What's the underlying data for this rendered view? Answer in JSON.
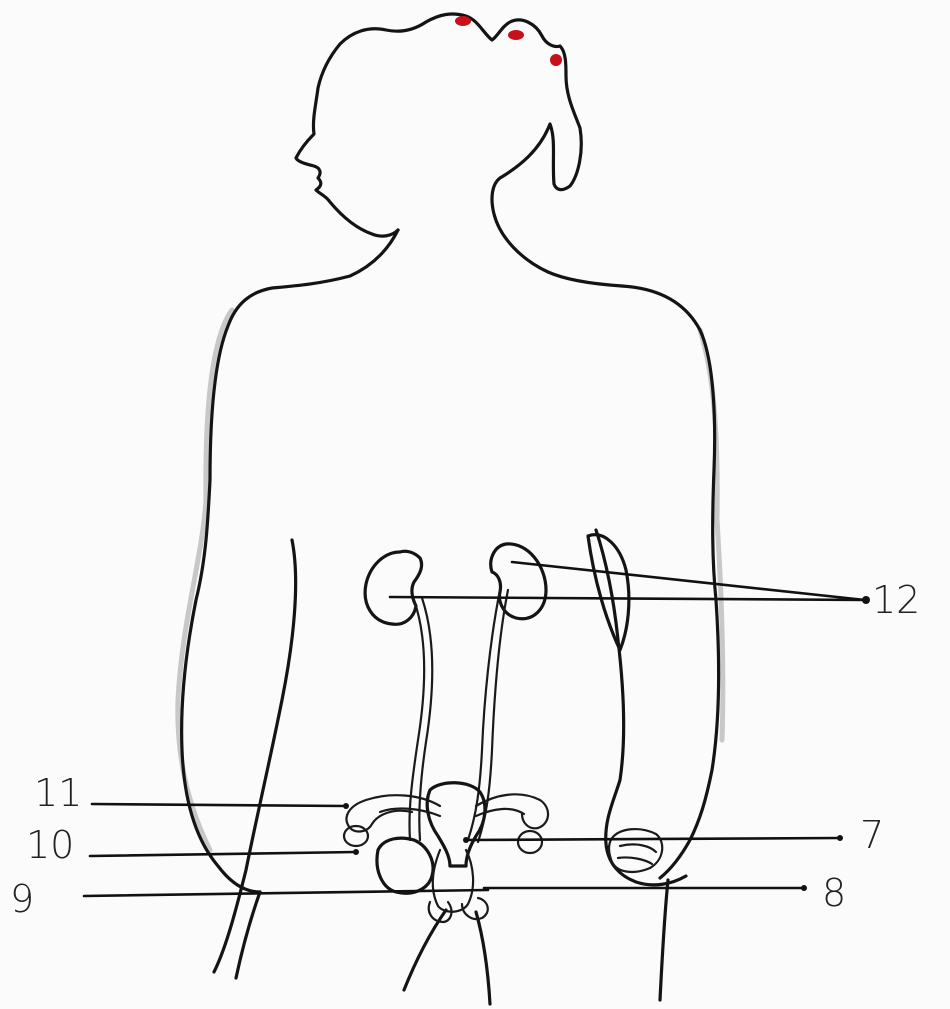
{
  "labels": [
    {
      "id": "label-12",
      "text": "12"
    },
    {
      "id": "label-11",
      "text": "11"
    },
    {
      "id": "label-10",
      "text": "10"
    },
    {
      "id": "label-9",
      "text": "9"
    },
    {
      "id": "label-7",
      "text": "7"
    },
    {
      "id": "label-8",
      "text": "8"
    }
  ],
  "colors": {
    "ink": "#141414",
    "accent_red": "#c8101a",
    "paper": "#fbfbfb"
  }
}
